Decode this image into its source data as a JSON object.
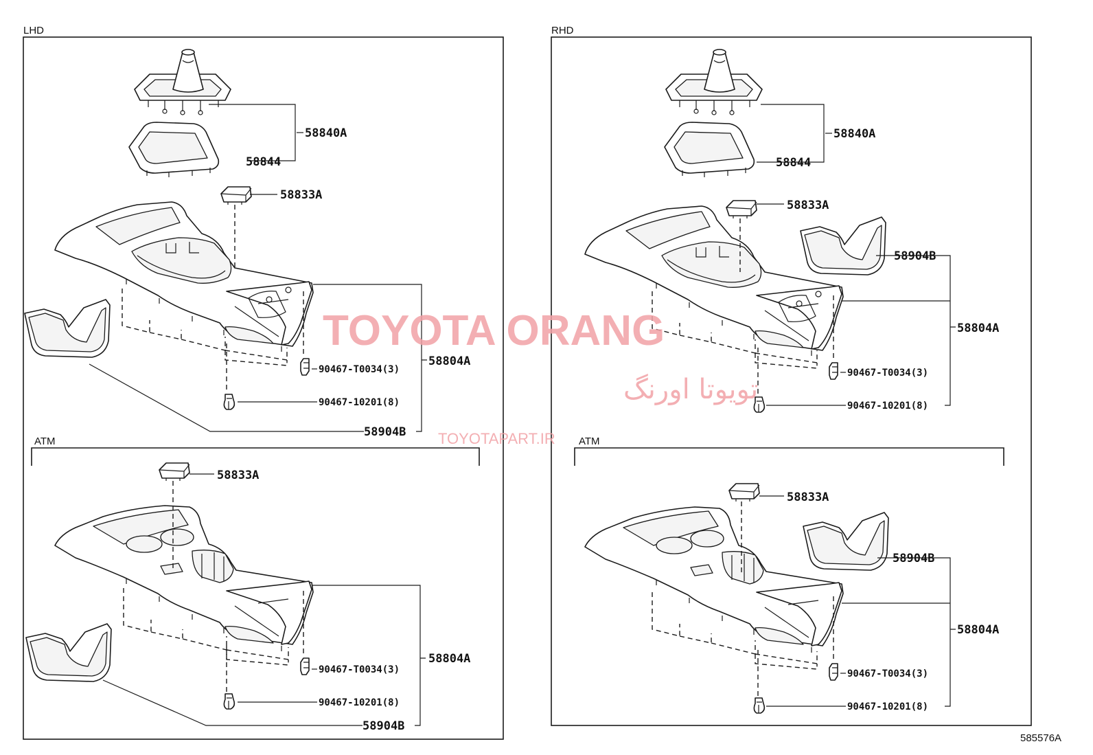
{
  "diagram_code": "585576A",
  "watermark": {
    "line1": "TOYOTA ORANG",
    "line2": "تویوتا اورنگ",
    "line3": "TOYOTAPART.IR"
  },
  "panels": {
    "lhd": {
      "title": "LHD",
      "upper": {
        "boot_assembly": "58840A",
        "bezel": "58844",
        "plug": "58833A",
        "console": "58804A",
        "clip_a": "90467-T0034(3)",
        "clip_b": "90467-10201(8)",
        "tray": "58904B"
      },
      "atm": {
        "title": "ATM",
        "plug": "58833A",
        "console": "58804A",
        "clip_a": "90467-T0034(3)",
        "clip_b": "90467-10201(8)",
        "tray": "58904B"
      }
    },
    "rhd": {
      "title": "RHD",
      "upper": {
        "boot_assembly": "58840A",
        "bezel": "58844",
        "plug": "58833A",
        "tray": "58904B",
        "console": "58804A",
        "clip_a": "90467-T0034(3)",
        "clip_b": "90467-10201(8)"
      },
      "atm": {
        "title": "ATM",
        "plug": "58833A",
        "tray": "58904B",
        "console": "58804A",
        "clip_a": "90467-T0034(3)",
        "clip_b": "90467-10201(8)"
      }
    }
  }
}
